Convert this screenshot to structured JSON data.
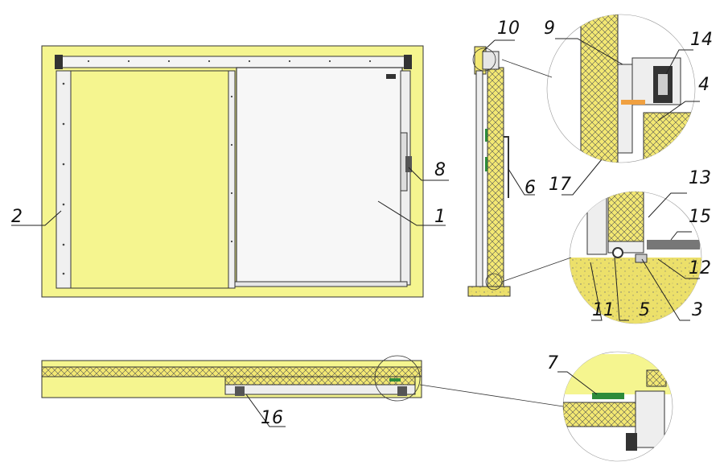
{
  "colors": {
    "wall": "#f5f58f",
    "panel": "#f0f0f0",
    "frame": "#e8e8e8",
    "insulation": "#f3e873",
    "seal": "#2e8b3a",
    "floor": "#ece06a"
  },
  "callouts": {
    "c1": "1",
    "c2": "2",
    "c3": "3",
    "c4": "4",
    "c5": "5",
    "c6": "6",
    "c7": "7",
    "c8": "8",
    "c9": "9",
    "c10": "10",
    "c11": "11",
    "c12": "12",
    "c13": "13",
    "c14": "14",
    "c15": "15",
    "c16": "16",
    "c17": "17"
  }
}
